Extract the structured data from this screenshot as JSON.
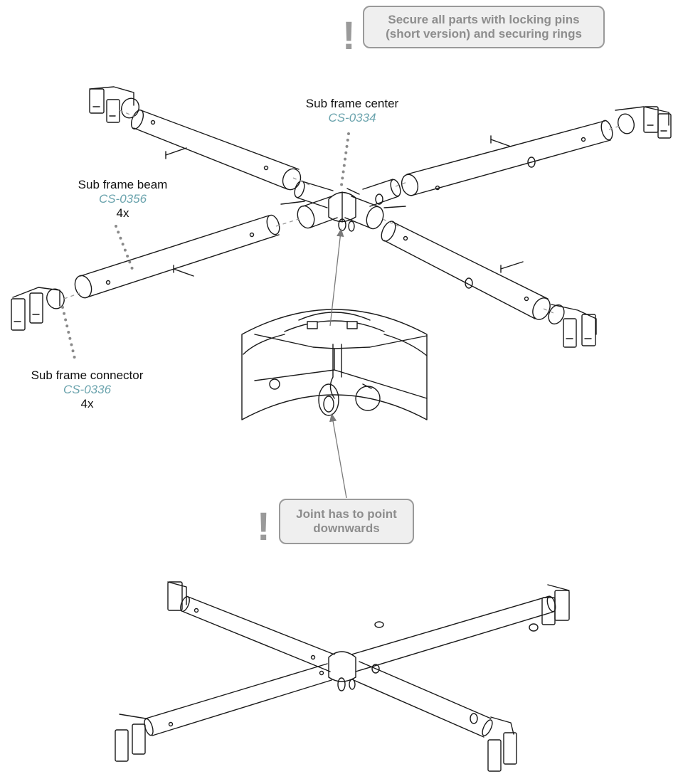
{
  "notes": {
    "top": "Secure all parts with locking pins\n(short version) and securing rings",
    "joint": "Joint has to point\ndownwards",
    "mark": "!"
  },
  "parts": {
    "center": {
      "name": "Sub frame center",
      "code": "CS-0334"
    },
    "beam": {
      "name": "Sub frame beam",
      "code": "CS-0356",
      "qty": "4x"
    },
    "connector": {
      "name": "Sub frame connector",
      "code": "CS-0336",
      "qty": "4x"
    }
  },
  "colors": {
    "line": "#1a1a1a",
    "code_text": "#6aa3ad",
    "note_text": "#8d8d8d",
    "note_border": "#9a9a9a",
    "note_fill": "#efefef",
    "leader_dots": "#8a8a8a"
  }
}
